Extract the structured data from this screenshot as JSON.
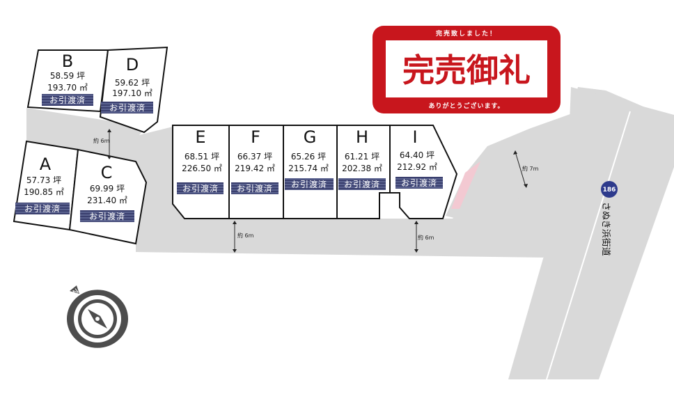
{
  "banner": {
    "top": "完売致しました！",
    "main": "完売御礼",
    "bottom": "ありがとうございます。",
    "color": "#c8161d"
  },
  "status_tag": "お引渡済",
  "lots": [
    {
      "id": "B",
      "tsubo": "58.59 坪",
      "sqm": "193.70 ㎡"
    },
    {
      "id": "D",
      "tsubo": "59.62 坪",
      "sqm": "197.10 ㎡"
    },
    {
      "id": "A",
      "tsubo": "57.73 坪",
      "sqm": "190.85 ㎡"
    },
    {
      "id": "C",
      "tsubo": "69.99 坪",
      "sqm": "231.40 ㎡"
    },
    {
      "id": "E",
      "tsubo": "68.51 坪",
      "sqm": "226.50 ㎡"
    },
    {
      "id": "F",
      "tsubo": "66.37 坪",
      "sqm": "219.42 ㎡"
    },
    {
      "id": "G",
      "tsubo": "65.26 坪",
      "sqm": "215.74 ㎡"
    },
    {
      "id": "H",
      "tsubo": "61.21 坪",
      "sqm": "202.38 ㎡"
    },
    {
      "id": "I",
      "tsubo": "64.40 坪",
      "sqm": "212.92 ㎡"
    }
  ],
  "road_widths": {
    "west": "約 6m",
    "center": "約 6m",
    "east": "約 6m",
    "approach": "約 7m"
  },
  "route": {
    "number": "186",
    "name": "さぬき浜街道"
  },
  "colors": {
    "road": "#d9d9d9",
    "tag": "#3a3f6e",
    "lot_border": "#111111",
    "compass": "#4d4d4d"
  },
  "icons": [
    "compass-icon",
    "route-shield-icon"
  ]
}
